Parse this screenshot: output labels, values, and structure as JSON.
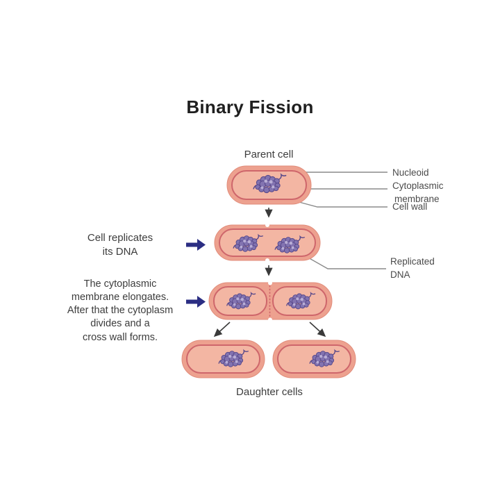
{
  "title": "Binary Fission",
  "parent_cell_label": "Parent cell",
  "daughter_cells_label": "Daughter cells",
  "callouts": {
    "nucleoid": "Nucleoid",
    "cytoplasmic_membrane": [
      "Cytoplasmic",
      "membrane"
    ],
    "cell_wall": "Cell wall",
    "replicated_dna": [
      "Replicated",
      "DNA"
    ]
  },
  "steps": [
    {
      "lines": [
        "Cell replicates",
        "its DNA"
      ]
    },
    {
      "lines": [
        "The cytoplasmic",
        "membrane elongates.",
        "After that the cytoplasm",
        "divides and a",
        "cross wall forms."
      ]
    }
  ],
  "colors": {
    "cell_wall": "#EDA18F",
    "cell_wall_edge": "#E18D7B",
    "cytoplasm": "#F3B6A3",
    "membrane": "#CE666B",
    "nucleoid": "#8273B0",
    "nucleoid_outline": "#57488A",
    "step_arrow": "#2B2E83",
    "flow_arrow": "#3A3A3A",
    "callout_line": "#8A8A8A",
    "text": "#3C3C3C"
  }
}
